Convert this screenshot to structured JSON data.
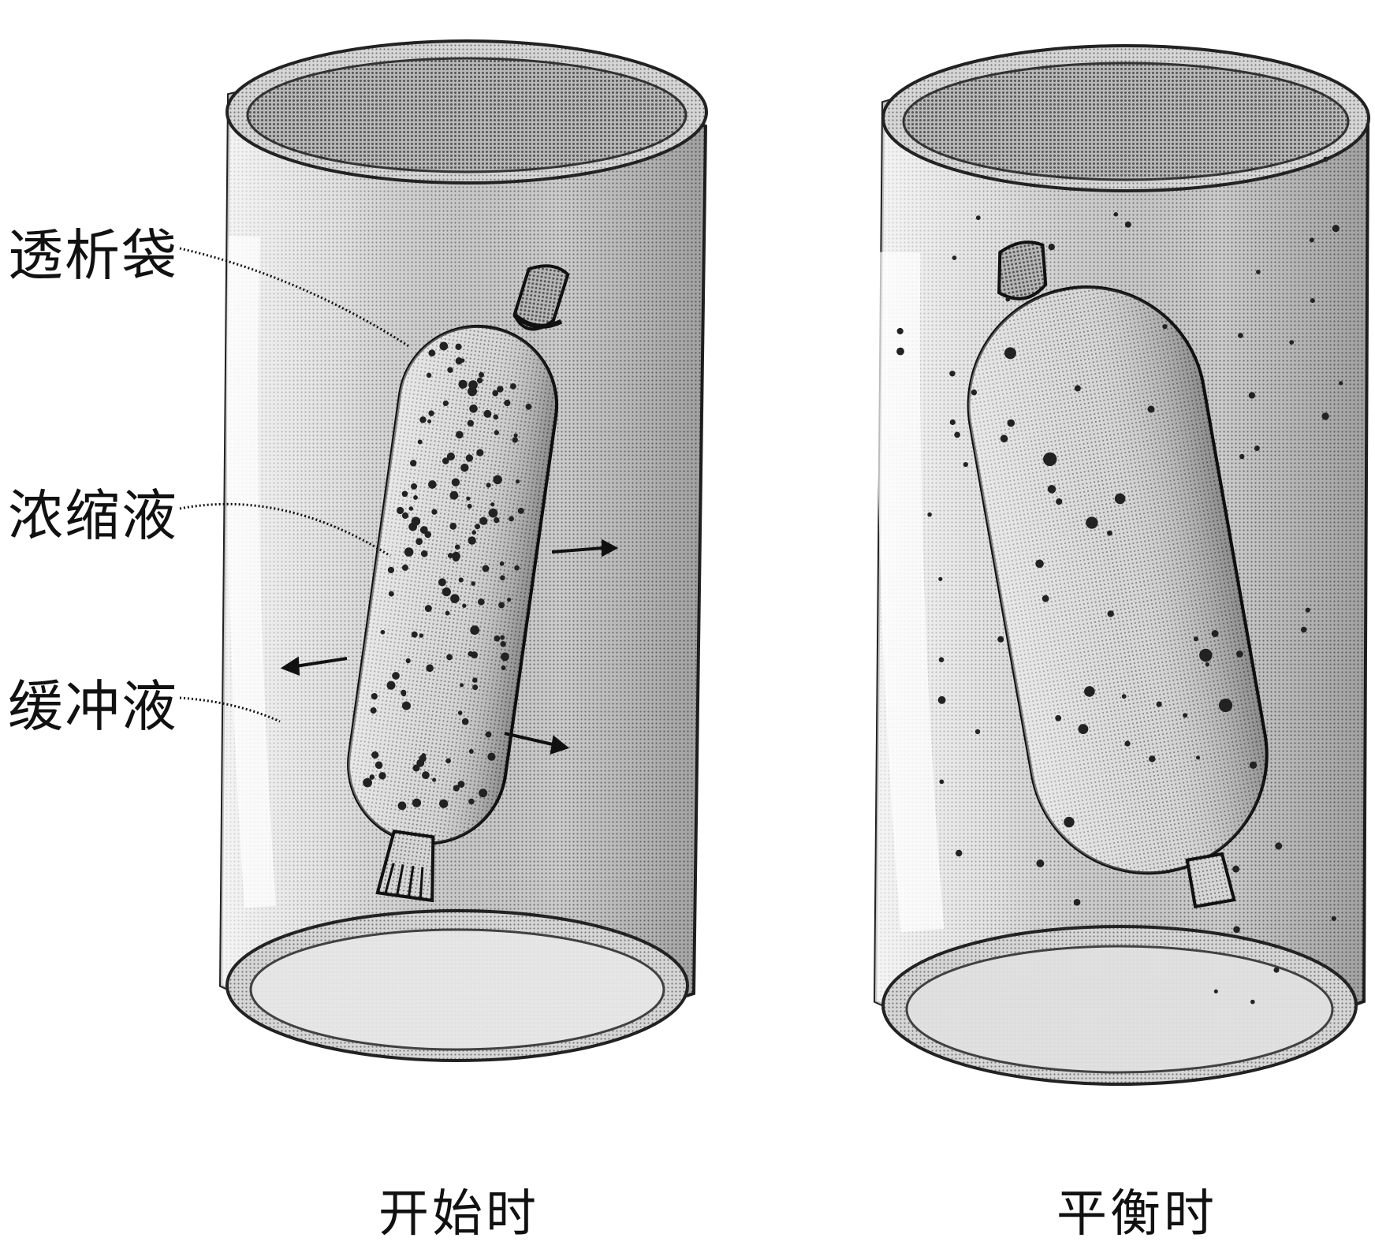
{
  "labels": {
    "dialysis_bag": "透析袋",
    "concentrate": "浓缩液",
    "buffer": "缓冲液"
  },
  "captions": {
    "start": "开始时",
    "equilibrium": "平衡时"
  },
  "colors": {
    "ink": "#111111",
    "glass_fill": "#d4d4d4",
    "glass_dark": "#a9a9a9",
    "bag_fill": "#bdbdbd",
    "particle": "#222222"
  }
}
